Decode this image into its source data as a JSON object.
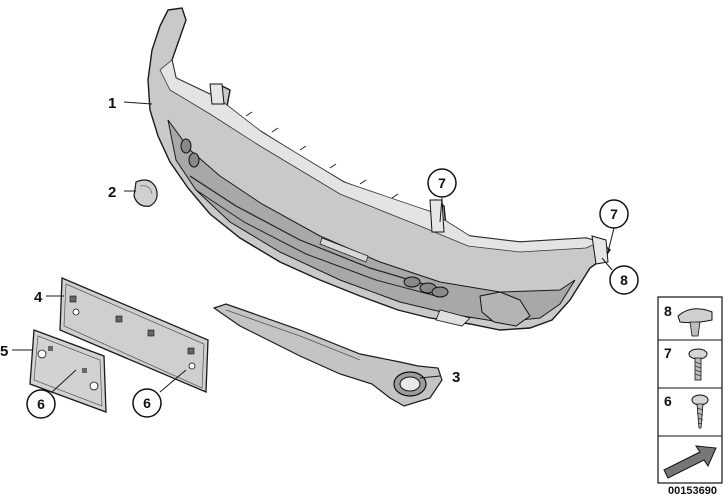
{
  "callouts": {
    "p1": "1",
    "p2": "2",
    "p3": "3",
    "p4": "4",
    "p5": "5",
    "p6a": "6",
    "p6b": "6",
    "p7a": "7",
    "p7b": "7",
    "p8": "8"
  },
  "legend": {
    "items": [
      {
        "number": "8",
        "icon": "clip-nut-icon"
      },
      {
        "number": "7",
        "icon": "screw-icon"
      },
      {
        "number": "6",
        "icon": "self-tapping-screw-icon"
      }
    ]
  },
  "document_id": "00153690",
  "colors": {
    "part_fill": "#c8c8c8",
    "part_shadow": "#9a9a9a",
    "line": "#1a1a1a"
  }
}
